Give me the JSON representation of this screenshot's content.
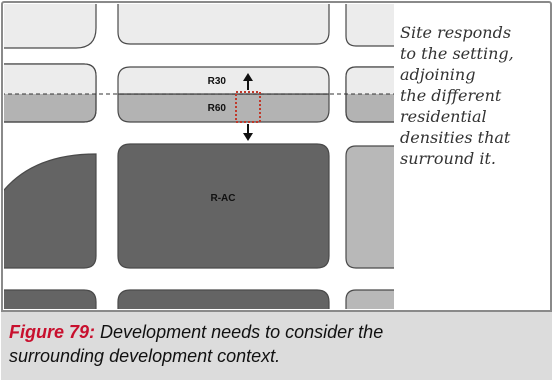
{
  "diagram": {
    "zones": {
      "r30": "R30",
      "r60": "R60",
      "rac": "R-AC"
    },
    "colors": {
      "r30_fill": "#ececec",
      "r60_fill": "#b3b3b3",
      "rac_fill": "#646464",
      "edge_light_fill": "#b8b8b8",
      "site_outline": "#c0392b",
      "stroke": "#4a4a4a"
    }
  },
  "annotation": {
    "lines": [
      "Site responds",
      "to the setting,",
      "adjoining",
      "the different",
      "residential",
      "densities that",
      "surround it."
    ]
  },
  "caption": {
    "label": "Figure 79:",
    "line1": " Development needs to consider the",
    "line2": "surrounding development context."
  }
}
